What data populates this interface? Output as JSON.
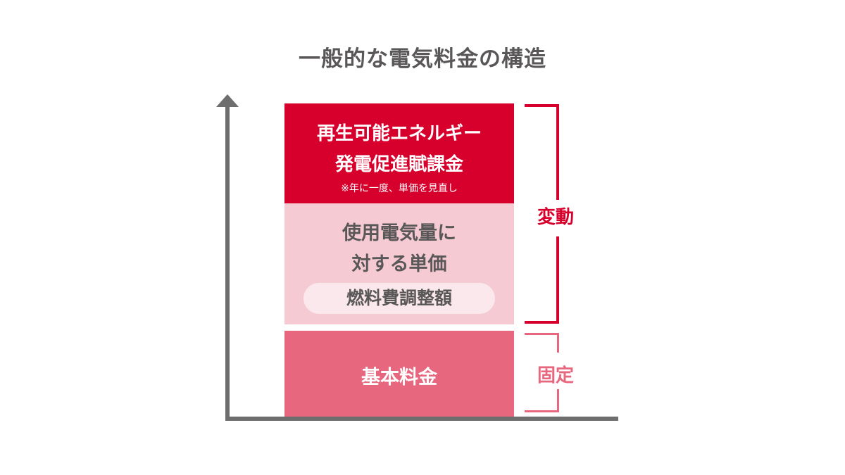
{
  "title": "一般的な電気料金の構造",
  "colors": {
    "title_text": "#595757",
    "axis": "#6e6e6e",
    "renewable_block": "#d7002c",
    "unit_price_block": "#f5cad3",
    "fuel_pill": "#fae8ec",
    "basic_block": "#e6677e",
    "variable_bracket": "#d7002c",
    "fixed_bracket": "#e6677e"
  },
  "blocks": {
    "renewable": {
      "line1": "再生可能エネルギー",
      "line2": "発電促進賦課金",
      "note": "※年に一度、単価を見直し"
    },
    "unit_price": {
      "line1": "使用電気量に",
      "line2": "対する単価",
      "fuel_adjustment": "燃料費調整額"
    },
    "basic": {
      "line1": "基本料金"
    }
  },
  "brackets": {
    "variable_label": "変動",
    "fixed_label": "固定"
  }
}
